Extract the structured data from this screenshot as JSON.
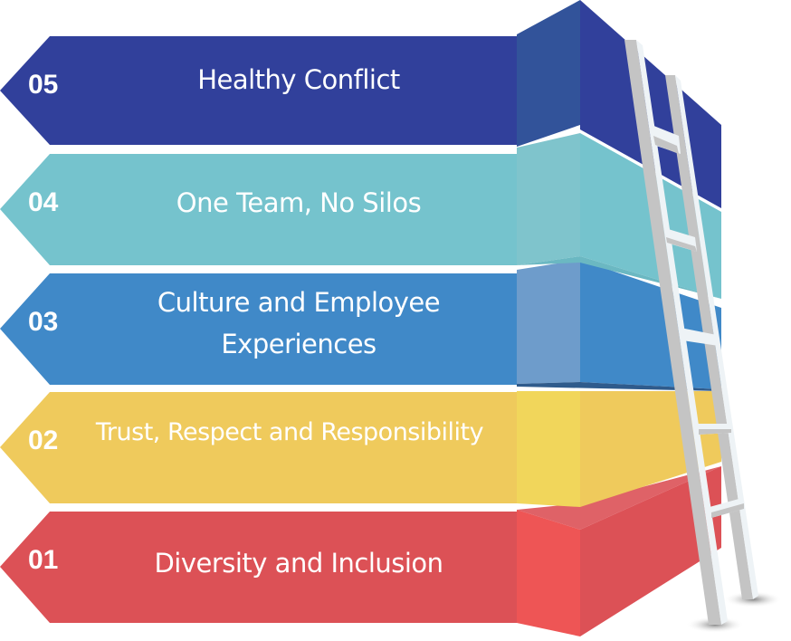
{
  "diagram": {
    "type": "ladder-steps-infographic",
    "steps": [
      {
        "number": "05",
        "label": "Healthy Conflict",
        "color": "#31409b",
        "front_color": "#32539a",
        "side_color": "#31409b"
      },
      {
        "number": "04",
        "label": "One Team, No Silos",
        "color": "#75c3cd",
        "front_color": "#7fc4cc",
        "side_color": "#75c3cd"
      },
      {
        "number": "03",
        "label_line1": "Culture and Employee",
        "label_line2": "Experiences",
        "label": "Culture and Employee Experiences",
        "color": "#4089c8",
        "front_color": "#6e9ccb",
        "side_color": "#4089c8"
      },
      {
        "number": "02",
        "label": "Trust, Respect and Responsibility",
        "color": "#efca5c",
        "front_color": "#f1d65b",
        "side_color": "#efca5c"
      },
      {
        "number": "01",
        "label": "Diversity and Inclusion",
        "color": "#dc5156",
        "front_color": "#ee5555",
        "side_color": "#dc5156"
      }
    ],
    "ladder": {
      "rail_color": "#c4c4c4",
      "highlight_color": "#eef3f6"
    }
  }
}
